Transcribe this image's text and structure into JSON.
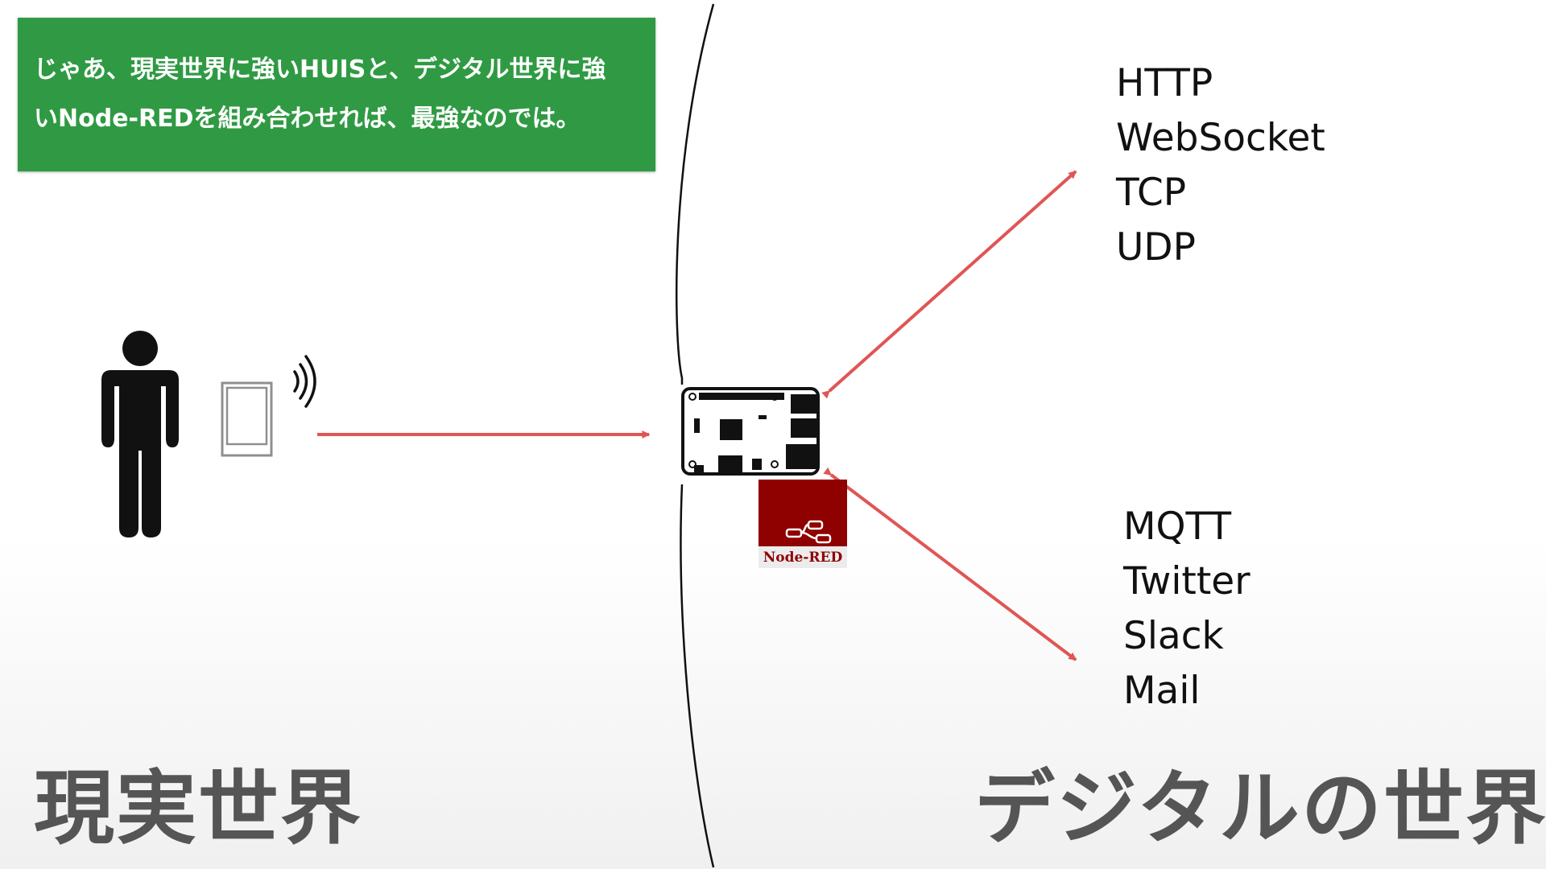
{
  "callout": {
    "line1": "じゃあ、現実世界に強いHUISと、デジタル世界に強",
    "line2": "いNode-REDを組み合わせれば、最強なのでは。"
  },
  "protocols_top": [
    "HTTP",
    "WebSocket",
    "TCP",
    "UDP"
  ],
  "protocols_bottom": [
    "MQTT",
    "Twitter",
    "Slack",
    "Mail"
  ],
  "labels": {
    "real_world": "現実世界",
    "digital_world": "デジタルの世界"
  },
  "node_red_badge": "Node-RED",
  "icons": {
    "person": "person-icon",
    "device": "huis-remote-icon",
    "signal": "wireless-signal-icon",
    "board": "raspberry-pi-icon",
    "node_red": "node-red-logo-icon"
  },
  "colors": {
    "callout_bg": "#2f9a43",
    "arrow": "#e05555",
    "label_gray": "#555555",
    "node_red": "#8f0000"
  }
}
